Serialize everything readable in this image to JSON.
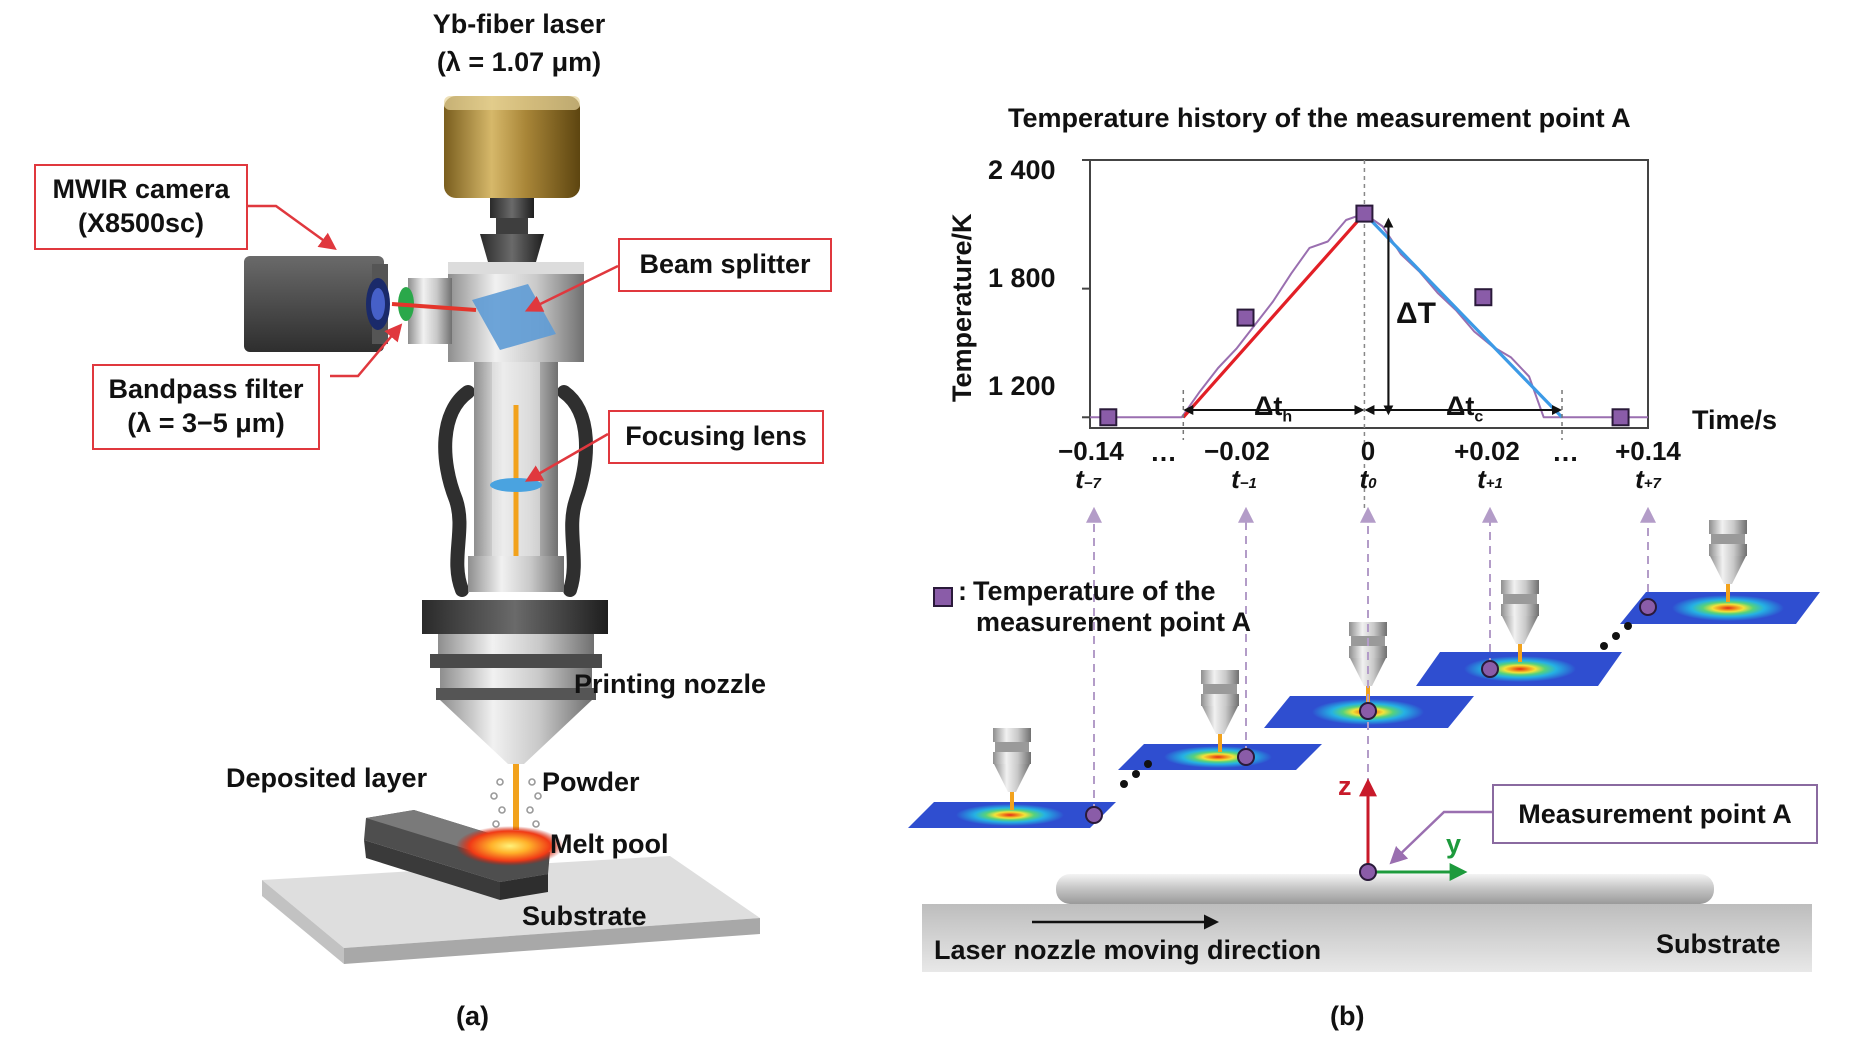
{
  "panel_a": {
    "laser_name": "Yb-fiber laser",
    "laser_wavelength": "(λ = 1.07 μm)",
    "camera_line1": "MWIR camera",
    "camera_line2": "(X8500sc)",
    "beam_splitter": "Beam splitter",
    "filter_line1": "Bandpass filter",
    "filter_line2": "(λ = 3−5 μm)",
    "focusing_lens": "Focusing lens",
    "printing_nozzle": "Printing nozzle",
    "deposited_layer": "Deposited layer",
    "powder": "Powder",
    "melt_pool": "Melt pool",
    "substrate": "Substrate",
    "caption": "(a)"
  },
  "panel_b": {
    "caption": "(b)",
    "legend_line1": "Temperature of the",
    "legend_line2": "measurement point A",
    "measurement_point": "Measurement point A",
    "z_axis": "z",
    "y_axis": "y",
    "moving_direction": "Laser nozzle moving direction",
    "substrate": "Substrate",
    "delta_T": "ΔT",
    "delta_th_main": "Δt",
    "delta_th_sub": "h",
    "delta_tc_main": "Δt",
    "delta_tc_sub": "c",
    "ellipsis": "…",
    "time_ticks": [
      {
        "value": "−0.14",
        "sym": "t",
        "sub": "−7"
      },
      {
        "value": "−0.02",
        "sym": "t",
        "sub": "−1"
      },
      {
        "value": "0",
        "sym": "t",
        "sub": "0"
      },
      {
        "value": "+0.02",
        "sym": "t",
        "sub": "+1"
      },
      {
        "value": "+0.14",
        "sym": "t",
        "sub": "+7"
      }
    ]
  },
  "chart_data": {
    "type": "line",
    "title": "Temperature history of the measurement point A",
    "xlabel": "Time/s",
    "ylabel": "Temperature/K",
    "yticks": [
      "1 200",
      "1 800",
      "2 400"
    ],
    "ylim": [
      1150,
      2400
    ],
    "xlim": [
      -0.15,
      0.155
    ],
    "grid": false,
    "series": [
      {
        "role": "measured",
        "color": "#9a6fb0",
        "x": [
          -0.15,
          -0.1,
          -0.099,
          -0.09,
          -0.08,
          -0.07,
          -0.06,
          -0.05,
          -0.04,
          -0.03,
          -0.02,
          -0.01,
          0.0,
          0.01,
          0.02,
          0.03,
          0.04,
          0.05,
          0.06,
          0.07,
          0.08,
          0.09,
          0.098,
          0.11,
          0.155
        ],
        "y": [
          1200,
          1200,
          1210,
          1320,
          1430,
          1520,
          1630,
          1740,
          1870,
          1990,
          2020,
          2120,
          2150,
          2090,
          1960,
          1880,
          1780,
          1700,
          1600,
          1530,
          1480,
          1390,
          1200,
          1200,
          1200
        ]
      },
      {
        "role": "heating-fit",
        "color": "#e21f26",
        "x": [
          -0.099,
          0.0
        ],
        "y": [
          1200,
          2150
        ]
      },
      {
        "role": "cooling-fit",
        "color": "#3c9ae6",
        "x": [
          0.0,
          0.108
        ],
        "y": [
          2150,
          1200
        ]
      }
    ],
    "markers": {
      "color": "#8a5ca8",
      "x": [
        -0.14,
        -0.065,
        0.0,
        0.065,
        0.14
      ],
      "y": [
        1200,
        1665,
        2150,
        1760,
        1200
      ]
    }
  }
}
